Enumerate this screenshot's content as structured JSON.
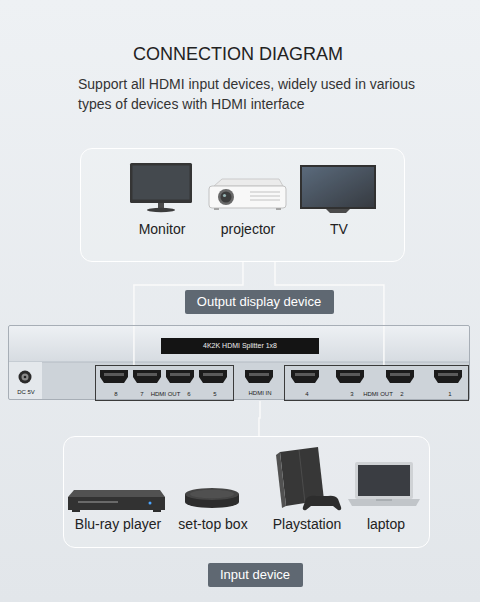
{
  "diagram": {
    "title": "CONNECTION DIAGRAM",
    "nodes": [
      {
        "text": [
          "Monitor",
          "projector",
          "TV"
        ]
      },
      {
        "text": [
          "Output display device"
        ]
      },
      {
        "text": [
          "DC 5V"
        ]
      },
      {
        "text": [
          "4K2K HDMI Splitter 1x8"
        ],
        "in": 2
      },
      {
        "text": [
          "8",
          "7",
          "HDMI OUT",
          "6",
          "5"
        ],
        "in": 2
      },
      {
        "text": [
          "HDMI IN"
        ],
        "in": 2
      },
      {
        "text": [
          "4",
          "3",
          "HDMI OUT",
          "2",
          "1"
        ],
        "in": 2
      },
      {
        "text": [
          "Blu-ray player",
          "set-top box",
          "Playstation",
          "laptop"
        ]
      },
      {
        "text": [
          "Input device"
        ]
      }
    ],
    "edges": [
      {
        "from": 0,
        "to": 4,
        "arrow": "none"
      },
      {
        "from": 0,
        "to": 6,
        "arrow": "none"
      },
      {
        "from": 5,
        "to": 7,
        "arrow": "none"
      }
    ],
    "labels": [
      "Support all HDMI input devices, widely used in various types of devices with HDMI interface"
    ]
  }
}
